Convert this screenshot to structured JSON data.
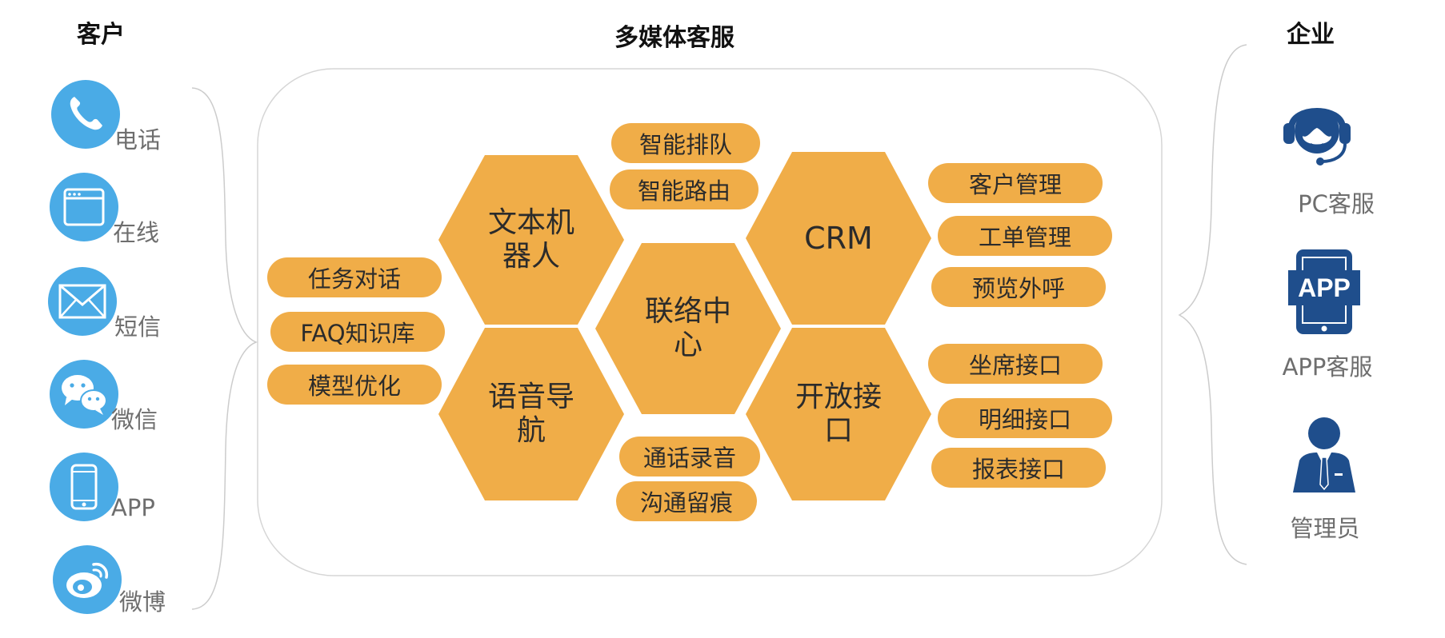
{
  "titles": {
    "customer": "客户",
    "center": "多媒体客服",
    "enterprise": "企业"
  },
  "channels": [
    {
      "label": "电话",
      "icon": "phone-icon"
    },
    {
      "label": "在线",
      "icon": "browser-window-icon"
    },
    {
      "label": "短信",
      "icon": "envelope-icon"
    },
    {
      "label": "微信",
      "icon": "wechat-icon"
    },
    {
      "label": "APP",
      "icon": "smartphone-icon"
    },
    {
      "label": "微博",
      "icon": "weibo-icon"
    }
  ],
  "hexagons": {
    "robot": [
      "文本机",
      "器人"
    ],
    "crm": [
      "CRM"
    ],
    "center": [
      "联络中",
      "心"
    ],
    "ivr": [
      "语音导",
      "航"
    ],
    "api": [
      "开放接",
      "口"
    ]
  },
  "pills": {
    "left": [
      "任务对话",
      "FAQ知识库",
      "模型优化"
    ],
    "top": [
      "智能排队",
      "智能路由"
    ],
    "bottom": [
      "通话录音",
      "沟通留痕"
    ],
    "crm": [
      "客户管理",
      "工单管理",
      "预览外呼"
    ],
    "api": [
      "坐席接口",
      "明细接口",
      "报表接口"
    ]
  },
  "enterprise": [
    {
      "label": "PC客服",
      "icon": "headset-agent-icon"
    },
    {
      "label": "APP客服",
      "icon": "app-phone-icon",
      "badge": "APP"
    },
    {
      "label": "管理员",
      "icon": "administrator-icon"
    }
  ],
  "colors": {
    "hex": "#f0ad48",
    "icon_blue": "#4aabe6",
    "enterprise_blue": "#1f4e8c",
    "label_gray": "#6e6e6e",
    "line_gray": "#cccccc"
  }
}
